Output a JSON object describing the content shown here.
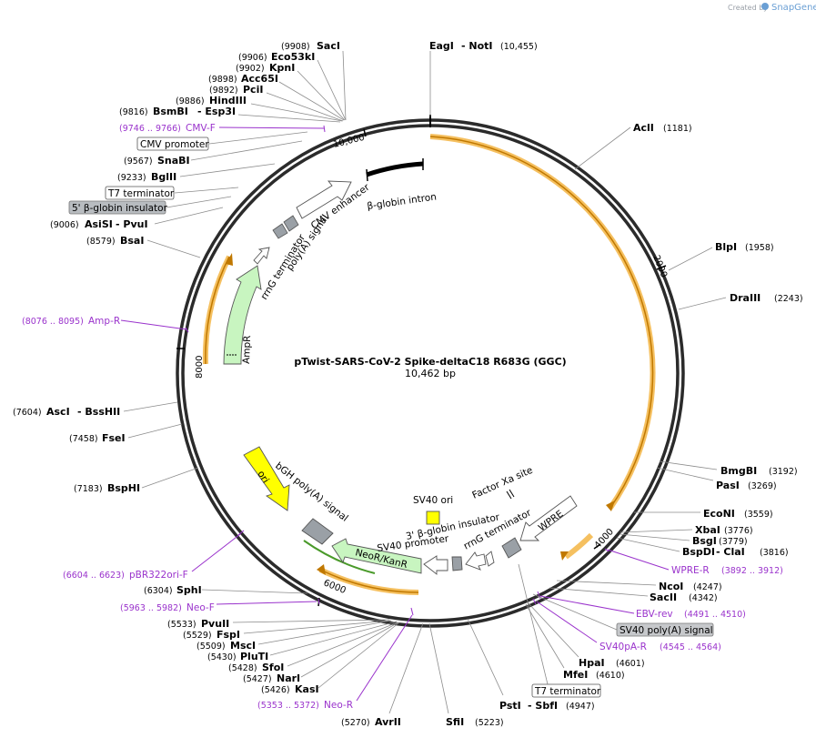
{
  "credit": {
    "created_by": "Created by",
    "brand": "SnapGene"
  },
  "plasmid": {
    "name": "pTwist-SARS-CoV-2 Spike-deltaC18 R683G (GGC)",
    "length_label": "10,462 bp"
  },
  "ticks": {
    "t10000": "10,000",
    "t2000": "2000",
    "t4000": "4000",
    "t6000": "6000",
    "t8000": "8000"
  },
  "enzymes": {
    "saci": {
      "name": "SacI",
      "pos": "(9908)"
    },
    "eco53ki": {
      "name": "Eco53kI",
      "pos": "(9906)"
    },
    "kpni": {
      "name": "KpnI",
      "pos": "(9902)"
    },
    "acc65i": {
      "name": "Acc65I",
      "pos": "(9898)"
    },
    "pcii": {
      "name": "PciI",
      "pos": "(9892)"
    },
    "hindiii": {
      "name": "HindIII",
      "pos": "(9886)"
    },
    "bsmbi": {
      "name": "BsmBI",
      "sep": "- Esp3I",
      "pos": "(9816)"
    },
    "snabi": {
      "name": "SnaBI",
      "pos": "(9567)"
    },
    "bglii": {
      "name": "BglII",
      "pos": "(9233)"
    },
    "asisi": {
      "name": "AsiSI",
      "sep": "- PvuI",
      "pos": "(9006)"
    },
    "bsai": {
      "name": "BsaI",
      "pos": "(8579)"
    },
    "asci": {
      "name": "AscI",
      "sep": "- BssHII",
      "pos": "(7604)"
    },
    "fsei": {
      "name": "FseI",
      "pos": "(7458)"
    },
    "bsphi": {
      "name": "BspHI",
      "pos": "(7183)"
    },
    "sphi": {
      "name": "SphI",
      "pos": "(6304)"
    },
    "pvuii": {
      "name": "PvuII",
      "pos": "(5533)"
    },
    "fspi": {
      "name": "FspI",
      "pos": "(5529)"
    },
    "msci": {
      "name": "MscI",
      "pos": "(5509)"
    },
    "pluti": {
      "name": "PluTI",
      "pos": "(5430)"
    },
    "sfoi": {
      "name": "SfoI",
      "pos": "(5428)"
    },
    "nari": {
      "name": "NarI",
      "pos": "(5427)"
    },
    "kasi": {
      "name": "KasI",
      "pos": "(5426)"
    },
    "avrii": {
      "name": "AvrII",
      "pos": "(5270)"
    },
    "sfii": {
      "name": "SfiI",
      "pos": "(5223)"
    },
    "psti": {
      "name": "PstI",
      "sep": "- SbfI",
      "pos": "(4947)"
    },
    "mfei": {
      "name": "MfeI",
      "pos": "(4610)"
    },
    "hpai": {
      "name": "HpaI",
      "pos": "(4601)"
    },
    "sacii": {
      "name": "SacII",
      "pos": "(4342)"
    },
    "ncoi": {
      "name": "NcoI",
      "pos": "(4247)"
    },
    "bspdi": {
      "name": "BspDI",
      "sep": "- ClaI",
      "pos": "(3816)"
    },
    "bsgi": {
      "name": "BsgI",
      "pos": "(3779)"
    },
    "xbai": {
      "name": "XbaI",
      "pos": "(3776)"
    },
    "econi": {
      "name": "EcoNI",
      "pos": "(3559)"
    },
    "pasi": {
      "name": "PasI",
      "pos": "(3269)"
    },
    "bmgbi": {
      "name": "BmgBI",
      "pos": "(3192)"
    },
    "draiii": {
      "name": "DraIII",
      "pos": "(2243)"
    },
    "blpi": {
      "name": "BlpI",
      "pos": "(1958)"
    },
    "acli": {
      "name": "AclI",
      "pos": "(1181)"
    },
    "eagi": {
      "name": "EagI",
      "sep": "- NotI",
      "pos": "(10,455)"
    }
  },
  "primers": {
    "cmvf": {
      "range": "(9746 .. 9766)",
      "name": "CMV-F"
    },
    "ampr": {
      "range": "(8076 .. 8095)",
      "name": "Amp-R"
    },
    "pbr": {
      "range": "(6604 .. 6623)",
      "name": "pBR322ori-F"
    },
    "neof": {
      "range": "(5963 .. 5982)",
      "name": "Neo-F"
    },
    "neor": {
      "range": "(5353 .. 5372)",
      "name": "Neo-R"
    },
    "wprer": {
      "name": "WPRE-R",
      "range": "(3892 .. 3912)"
    },
    "ebvrev": {
      "name": "EBV-rev",
      "range": "(4491 .. 4510)"
    },
    "sv40par": {
      "name": "SV40pA-R",
      "range": "(4545 .. 4564)"
    }
  },
  "feature_boxes": {
    "cmv_promoter": "CMV promoter",
    "t7_term_left": "T7 terminator",
    "globin_ins_left": "5' β-globin insulator",
    "sv40_polya_right": "SV40 poly(A) signal",
    "t7_term_bottom": "T7 terminator"
  },
  "inner_features": {
    "cmv_enhancer": "CMV enhancer",
    "polya_signal": "poly(A) signal",
    "rrng_term_left": "rrnG terminator",
    "beta_globin_intron": "β-globin intron",
    "ampr": "AmpR",
    "ori": "ori",
    "bgh": "bGH poly(A) signal",
    "neokanr": "NeoR/KanR",
    "sv40_promoter": "SV40 promoter",
    "globin_ins_3": "3' β-globin insulator",
    "rrng_term_right": "rrnG terminator",
    "sv40_ori": "SV40 ori",
    "factor_xa": "Factor Xa site",
    "wpre": "WPRE"
  },
  "colors": {
    "backbone": "#2b2b2b",
    "orf_orange": "#f5c060",
    "orf_dark": "#c07800",
    "primer_purple": "#9a33cc",
    "promoter_white": "#ffffff",
    "ampr_green": "#c8f5c0",
    "ori_yellow": "#ffff00",
    "terminator_gray": "#9aa0a6"
  }
}
